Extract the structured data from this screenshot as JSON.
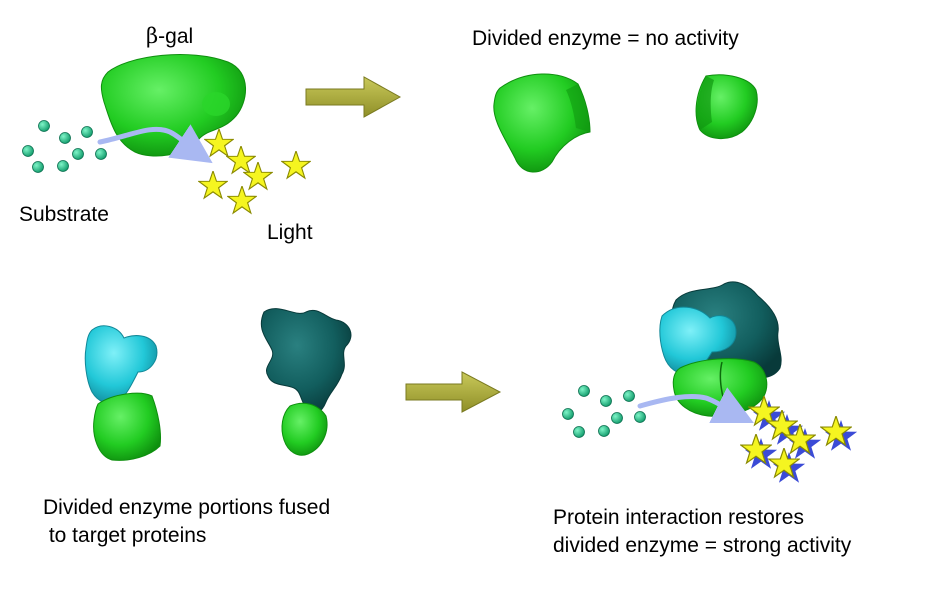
{
  "labels": {
    "beta_gal_symbol": "β",
    "beta_gal_rest": "-gal",
    "substrate": "Substrate",
    "light": "Light",
    "divided_no_activity": "Divided enzyme = no activity",
    "fused_line1": "Divided enzyme portions fused",
    "fused_line2": " to target proteins",
    "restores_line1": "Protein interaction restores",
    "restores_line2": "divided enzyme = strong activity"
  },
  "colors": {
    "enzyme_green": "#22cc22",
    "enzyme_green_dark": "#119911",
    "cyan_protein": "#22c8d8",
    "teal_protein": "#0f5a5a",
    "substrate_dot": "#1fbf8a",
    "flow_arrow": "#a9b8f2",
    "big_arrow": "#b0b03a",
    "star_fill": "#f5f520",
    "star_shadow": "#3b4bd6"
  },
  "icons": [
    "substrate-dot-icon",
    "star-icon",
    "arrow-right-icon"
  ]
}
